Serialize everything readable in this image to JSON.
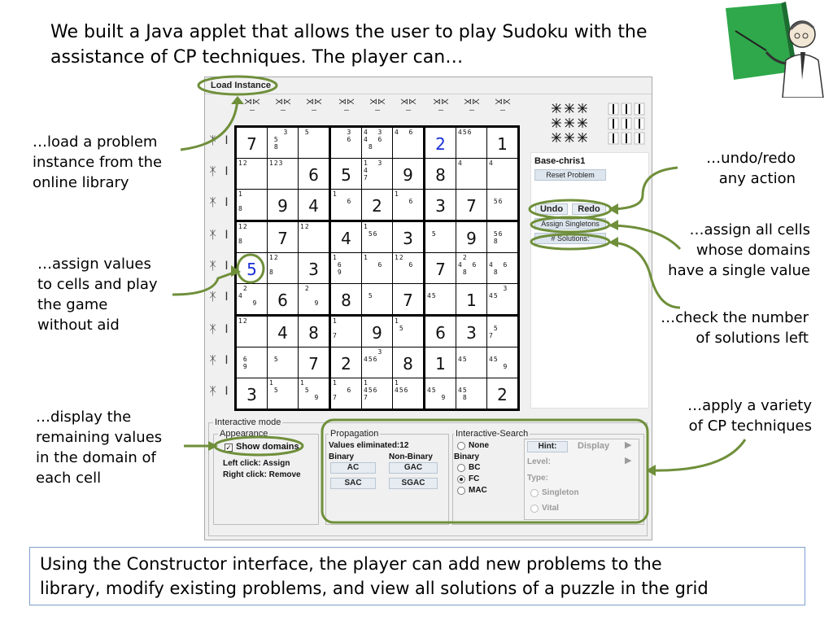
{
  "intro": {
    "line1": "We built a Java applet that allows the user to play Sudoku with the",
    "line2": "assistance of CP techniques.  The player can…"
  },
  "callouts": {
    "load": [
      "…load a problem",
      "instance from the",
      "online library"
    ],
    "assign": [
      "…assign values",
      "to cells and play",
      "the game",
      "without aid"
    ],
    "display": [
      "…display the",
      "remaining values",
      "in the domain of",
      "each cell"
    ],
    "undo": [
      "…undo/redo",
      "any action"
    ],
    "singletons": [
      "…assign all cells",
      "whose domains",
      "have a single value"
    ],
    "solutions": [
      "…check the number",
      "of solutions left"
    ],
    "techniques": [
      "…apply a variety",
      "of CP techniques"
    ]
  },
  "footer": {
    "line1": "Using the Constructor interface, the player can add new problems to the",
    "line2": "library, modify existing problems, and view all solutions of a puzzle in the grid"
  },
  "applet": {
    "load_button": "Load Instance",
    "instance_name": "Base-chris1",
    "reset_button": "Reset Problem",
    "undo_button": "Undo",
    "redo_button": "Redo",
    "assign_singletons_button": "Assign Singletons",
    "solutions_button": "# Solutions:",
    "interactive_mode": "Interactive mode",
    "appearance": {
      "legend": "Appearance",
      "show_domains": "Show domains",
      "left_click": "Left click: Assign",
      "right_click": "Right click: Remove"
    },
    "propagation": {
      "legend": "Propagation",
      "values_eliminated": "Values eliminated:12",
      "binary": "Binary",
      "non_binary": "Non-Binary",
      "ac": "AC",
      "gac": "GAC",
      "sac": "SAC",
      "sgac": "SGAC"
    },
    "search": {
      "legend": "Interactive-Search",
      "none": "None",
      "binary": "Binary",
      "bc": "BC",
      "fc": "FC",
      "mac": "MAC",
      "hint": "Hint:",
      "display": "Display",
      "level": "Level:",
      "type": "Type:",
      "singleton": "Singleton",
      "vital": "Vital"
    }
  },
  "grid": [
    [
      {
        "v": "7"
      },
      {
        "c": "   3\n 5\n 8"
      },
      {
        "v": "5s",
        "c": " 5"
      },
      {
        "c": "   3\n   6"
      },
      {
        "c": "4  3\n4  6\n 8"
      },
      {
        "c": "4  6"
      },
      {
        "v": "2",
        "b": true
      },
      {
        "c": "456"
      },
      {
        "v": "1"
      }
    ],
    [
      {
        "c": "12"
      },
      {
        "c": "123"
      },
      {
        "v": "6"
      },
      {
        "v": "5"
      },
      {
        "c": "1  3\n4\n7"
      },
      {
        "v": "9"
      },
      {
        "v": "8"
      },
      {
        "c": "4"
      },
      {
        "c": "4"
      }
    ],
    [
      {
        "c": "1\n\n8"
      },
      {
        "v": "9"
      },
      {
        "v": "4"
      },
      {
        "c": "1\n   6"
      },
      {
        "v": "2"
      },
      {
        "c": "1\n   6"
      },
      {
        "v": "3"
      },
      {
        "v": "7"
      },
      {
        "c": "\n 56"
      }
    ],
    [
      {
        "c": "12\n\n8"
      },
      {
        "v": "7"
      },
      {
        "c": "12"
      },
      {
        "v": "4"
      },
      {
        "c": "1\n 56"
      },
      {
        "v": "3"
      },
      {
        "c": "\n 5"
      },
      {
        "v": "9"
      },
      {
        "c": "\n 56\n 8"
      }
    ],
    [
      {
        "v": "5",
        "f": true
      },
      {
        "c": "12\n\n8"
      },
      {
        "v": "3"
      },
      {
        "c": "1\n 6\n 9"
      },
      {
        "c": "1\n   6"
      },
      {
        "c": "12\n   6"
      },
      {
        "v": "7"
      },
      {
        "c": " 2\n4  6\n 8"
      },
      {
        "c": "\n4  6\n 8"
      }
    ],
    [
      {
        "c": " 2\n4\n   9"
      },
      {
        "v": "6"
      },
      {
        "c": " 2\n\n   9"
      },
      {
        "v": "8"
      },
      {
        "c": "\n 5"
      },
      {
        "v": "7"
      },
      {
        "c": "\n45"
      },
      {
        "v": "1"
      },
      {
        "c": "   3\n45"
      }
    ],
    [
      {
        "c": "12"
      },
      {
        "v": "4"
      },
      {
        "v": "8"
      },
      {
        "c": "1\n\n7"
      },
      {
        "v": "9"
      },
      {
        "c": "1\n 5"
      },
      {
        "v": "6"
      },
      {
        "v": "3"
      },
      {
        "c": "\n 5\n7"
      }
    ],
    [
      {
        "c": "\n 6\n 9"
      },
      {
        "c": "\n 5"
      },
      {
        "v": "7"
      },
      {
        "v": "2"
      },
      {
        "c": "   3\n456"
      },
      {
        "v": "8"
      },
      {
        "v": "1"
      },
      {
        "c": "\n45"
      },
      {
        "c": "\n45\n   9"
      }
    ],
    [
      {
        "v": "3"
      },
      {
        "c": "1\n 5"
      },
      {
        "c": "1\n 5\n   9"
      },
      {
        "c": "1\n   6\n7"
      },
      {
        "c": "1\n456\n7"
      },
      {
        "c": "1\n456"
      },
      {
        "c": "\n45\n   9"
      },
      {
        "c": "\n45\n 8"
      },
      {
        "v": "2"
      }
    ]
  ]
}
